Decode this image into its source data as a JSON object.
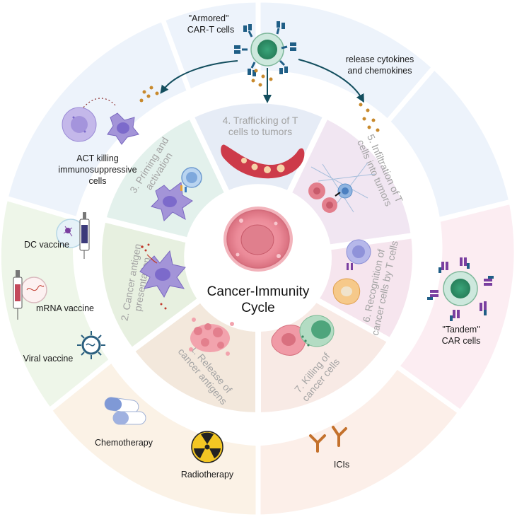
{
  "center": {
    "line1": "Cancer-Immunity",
    "line2": "Cycle"
  },
  "steps": [
    {
      "line1": "1. Release of",
      "line2": "cancer antigens"
    },
    {
      "line1": "2. Cancer antigen",
      "line2": "presentation"
    },
    {
      "line1": "3. Priming and",
      "line2": "activation"
    },
    {
      "line1": "4. Trafficking of T",
      "line2": "cells to tumors"
    },
    {
      "line1": "5. Infiltration of T",
      "line2": "cells into tumors"
    },
    {
      "line1": "6. Recognition of",
      "line2": "cancer cells by T cells"
    },
    {
      "line1": "7. Killing of",
      "line2": "cancer cells"
    }
  ],
  "therapies": {
    "armored_l1": "\"Armored\"",
    "armored_l2": "CAR-T cells",
    "cytokines_l1": "release cytokines",
    "cytokines_l2": "and chemokines",
    "act_l1": "ACT killing",
    "act_l2": "immunosuppressive",
    "act_l3": "cells",
    "dc_vaccine": "DC vaccine",
    "mrna_vaccine": "mRNA vaccine",
    "viral_vaccine": "Viral vaccine",
    "chemotherapy": "Chemotherapy",
    "radiotherapy": "Radiotherapy",
    "icis": "ICIs",
    "tandem_l1": "\"Tandem\"",
    "tandem_l2": "CAR cells"
  },
  "colors": {
    "blue_sector": "#edf3fb",
    "green_sector": "#eef6e9",
    "orange_sector": "#fbf2e6",
    "peach_sector": "#fcefe9",
    "pink_sector": "#fcedf2",
    "arrow": "#134e5e",
    "cytokine_dot": "#c8892c"
  }
}
